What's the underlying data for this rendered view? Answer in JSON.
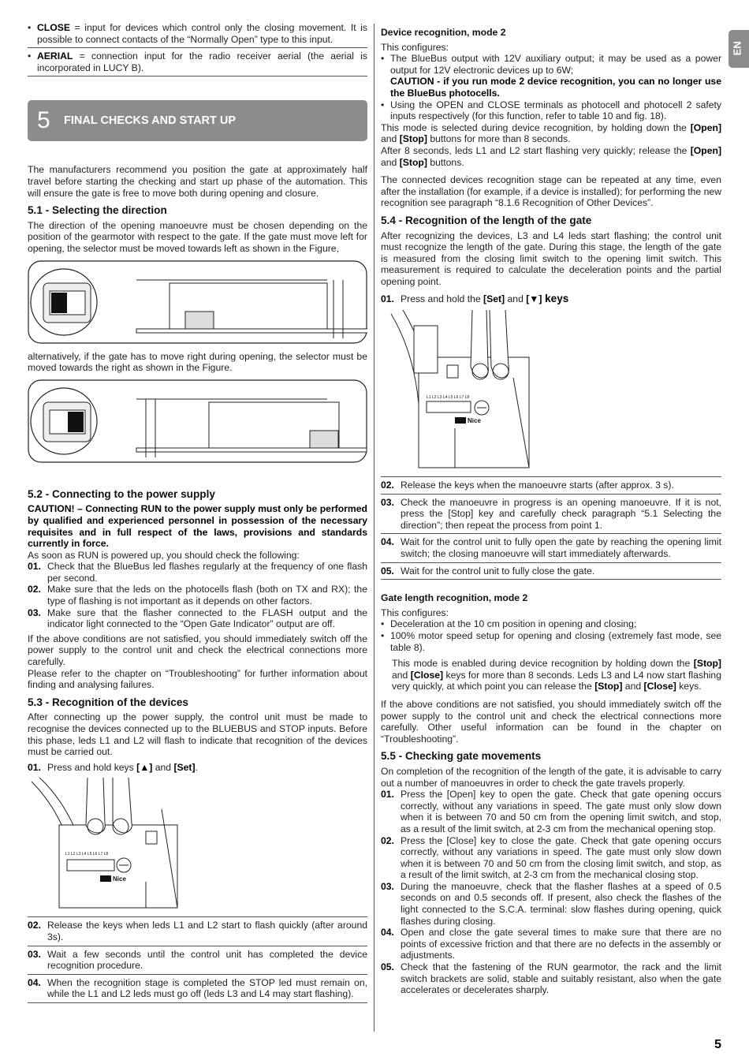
{
  "lang_tab": "EN",
  "page_number": "5",
  "left": {
    "intro_bullets": [
      {
        "term": "CLOSE",
        "text": " = input for devices which control only the closing movement. It is possible to connect contacts of the “Normally Open” type to this input."
      },
      {
        "term": "AERIAL",
        "text": " = connection input for the radio receiver aerial (the aerial is incorporated in LUCY B)."
      }
    ],
    "chapter_num": "5",
    "chapter_title": "FINAL CHECKS AND START UP",
    "chapter_intro": "The manufacturers recommend you position the gate at approximately half travel before starting the checking and start up phase of the automation. This will ensure the gate is free to move both during opening and closure.",
    "s51_title": "5.1 - Selecting the direction",
    "s51_text": "The direction of the opening manoeuvre must be chosen depending on the position of the gearmotor with respect to the gate. If the gate must move left for opening, the selector must be moved towards left as shown in the Figure,",
    "s51_text2": "alternatively, if the gate has to move right during opening, the selector must be moved towards the right as shown in the Figure.",
    "s52_title": "5.2 - Connecting to the power supply",
    "s52_caution": "CAUTION! – Connecting RUN to the power supply must only be performed by qualified and experienced personnel in possession of the necessary requisites and in full respect of the laws, provisions and standards currently in force.",
    "s52_text": "As soon as RUN is powered up, you should check the following:",
    "s52_steps": [
      {
        "n": "01.",
        "t": "Check that the BlueBus led flashes regularly at the frequency of one flash per second."
      },
      {
        "n": "02.",
        "t": "Make sure that the leds on the photocells flash (both on TX and RX); the type of flashing is not important as it depends on other factors."
      },
      {
        "n": "03.",
        "t": "Make sure that the flasher connected to the FLASH output and the indicator light connected to the “Open Gate Indicator” output are off."
      }
    ],
    "s52_after1": "If the above conditions are not satisfied, you should immediately switch off the power supply to the control unit and check the electrical connections more carefully.",
    "s52_after2": "Please refer to the chapter on “Troubleshooting” for further information about finding and analysing failures.",
    "s53_title": "5.3 - Recognition of the devices",
    "s53_text": "After connecting up the power supply, the control unit must be made to recognise the devices connected up to the BLUEBUS and STOP inputs. Before this phase, leds L1 and L2 will flash to indicate that recognition of the devices must be carried out.",
    "s53_step1_n": "01.",
    "s53_step1_a": "Press and hold keys ",
    "s53_step1_k1": "[▲]",
    "s53_step1_b": " and ",
    "s53_step1_k2": "[Set]",
    "s53_step1_c": ".",
    "s53_steps": [
      {
        "n": "02.",
        "t": "Release the keys when leds L1 and L2 start to flash quickly (after around 3s)."
      },
      {
        "n": "03.",
        "t": "Wait a few seconds until the control unit has completed the device recognition procedure."
      },
      {
        "n": "04.",
        "t": "When the recognition stage is completed the STOP led must remain on, while the L1 and L2 leds must go off (leds L3 and L4 may start flashing)."
      }
    ]
  },
  "right": {
    "dm2_title": "Device recognition, mode 2",
    "dm2_intro": "This configures:",
    "dm2_b1": "The BlueBus output with 12V auxiliary output; it may be used as a power output for 12V electronic devices up to 6W;",
    "dm2_b1_caution": "CAUTION - if you run mode 2 device recognition, you can no longer use the BlueBus photocells.",
    "dm2_b2": "Using the OPEN and CLOSE terminals as photocell and photocell 2 safety inputs respectively (for this function, refer to table 10 and fig. 18).",
    "dm2_p1_a": "This mode is selected during device recognition, by holding down the ",
    "dm2_p1_k1": "[Open]",
    "dm2_p1_b": " and ",
    "dm2_p1_k2": "[Stop]",
    "dm2_p1_c": " buttons for more than 8 seconds.",
    "dm2_p2_a": "After 8 seconds, leds L1 and L2 start flashing very quickly; release the ",
    "dm2_p2_k1": "[Open]",
    "dm2_p2_b": " and ",
    "dm2_p2_k2": "[Stop]",
    "dm2_p2_c": " buttons.",
    "dm2_p3": "The connected devices recognition stage can be repeated at any time, even after the installation (for example, if a device is installed); for performing the new recognition see paragraph “8.1.6 Recognition of Other Devices”.",
    "s54_title": "5.4 - Recognition of the length of the gate",
    "s54_text": "After recognizing the devices, L3 and L4 leds start flashing; the control unit must recognize the length of the gate. During this stage, the length of the gate is measured from the closing limit switch to the opening limit switch. This measurement is required to calculate the deceleration points and the partial opening point.",
    "s54_step1_n": "01.",
    "s54_step1_a": "Press and hold the ",
    "s54_step1_k1": "[Set]",
    "s54_step1_b": " and ",
    "s54_step1_k2": "[▼]",
    "s54_step1_c": " keys",
    "s54_steps": [
      {
        "n": "02.",
        "t": "Release the keys when the manoeuvre starts (after approx. 3 s)."
      },
      {
        "n": "03.",
        "t": "Check the manoeuvre in progress is an opening manoeuvre. If it is not, press the [Stop] key and carefully check paragraph “5.1 Selecting the direction”; then repeat the process from point 1."
      },
      {
        "n": "04.",
        "t": "Wait for the control unit to fully open the gate by reaching the opening limit switch; the closing manoeuvre will start immediately afterwards."
      },
      {
        "n": "05.",
        "t": "Wait for the control unit to fully close the gate."
      }
    ],
    "gl2_title": "Gate length recognition, mode 2",
    "gl2_intro": "This configures:",
    "gl2_b1": "Deceleration at the 10 cm position in opening and closing;",
    "gl2_b2": "100% motor speed setup for opening and closing (extremely fast mode, see table 8).",
    "gl2_p_a": "This mode is enabled during device recognition by holding down the ",
    "gl2_p_k1": "[Stop]",
    "gl2_p_b": " and ",
    "gl2_p_k2": "[Close]",
    "gl2_p_c": " keys for more than 8 seconds. Leds L3 and L4 now start flashing very quickly, at which point you can release the ",
    "gl2_p_k3": "[Stop]",
    "gl2_p_d": " and ",
    "gl2_p_k4": "[Close]",
    "gl2_p_e": " keys.",
    "gl2_after": "If the above conditions are not satisfied, you should immediately switch off the power supply to the control unit and check the electrical connections more carefully. Other useful information can be found in the chapter on “Troubleshooting”.",
    "s55_title": "5.5 - Checking gate movements",
    "s55_text": "On completion of the recognition of the length of the gate, it is advisable to carry out a number of manoeuvres in order to check the gate travels properly.",
    "s55_steps": [
      {
        "n": "01.",
        "t": "Press the [Open] key to open the gate. Check that gate opening occurs correctly, without any variations in speed. The gate must only slow down when it is between 70 and 50 cm from the opening limit switch, and stop, as a result of the limit switch, at 2-3 cm from the mechanical opening stop."
      },
      {
        "n": "02.",
        "t": "Press the [Close] key to close the gate. Check that gate opening occurs correctly, without any variations in speed. The gate must only slow down when it is between 70 and 50 cm from the closing limit switch, and stop, as a result of the limit switch, at 2-3 cm from the mechanical closing stop."
      },
      {
        "n": "03.",
        "t": "During the manoeuvre, check that the flasher flashes at a speed of 0.5 seconds on and 0.5 seconds off. If present, also check the flashes of the light connected to the S.C.A. terminal: slow flashes during opening, quick flashes during closing."
      },
      {
        "n": "04.",
        "t": "Open and close the gate several times to make sure that there are no points of excessive friction and that there are no defects in the assembly or adjustments."
      },
      {
        "n": "05.",
        "t": "Check that the fastening of the RUN gearmotor, the rack and the limit switch brackets are solid, stable and suitably resistant, also when the gate accelerates or decelerates sharply."
      }
    ]
  },
  "board": {
    "leds": "L1 L2 L3 L4 L5 L6 L7 L8",
    "brand": "Nice"
  }
}
